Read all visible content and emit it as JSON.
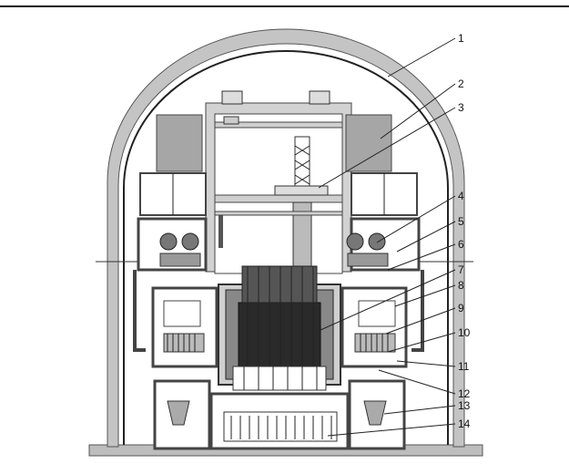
{
  "figure": {
    "callouts": [
      {
        "id": "1",
        "label": "1"
      },
      {
        "id": "2",
        "label": "2"
      },
      {
        "id": "3",
        "label": "3"
      },
      {
        "id": "4",
        "label": "4"
      },
      {
        "id": "5",
        "label": "5"
      },
      {
        "id": "6",
        "label": "6"
      },
      {
        "id": "7",
        "label": "7"
      },
      {
        "id": "8",
        "label": "8"
      },
      {
        "id": "9",
        "label": "9"
      },
      {
        "id": "10",
        "label": "10"
      },
      {
        "id": "11",
        "label": "11"
      },
      {
        "id": "12",
        "label": "12"
      },
      {
        "id": "13",
        "label": "13"
      },
      {
        "id": "14",
        "label": "14"
      }
    ]
  },
  "colors": {
    "wall": "#bdbdbd",
    "wall_edge": "#555555",
    "dark_core": "#2a2a2a",
    "mid_gray": "#9a9a9a"
  }
}
